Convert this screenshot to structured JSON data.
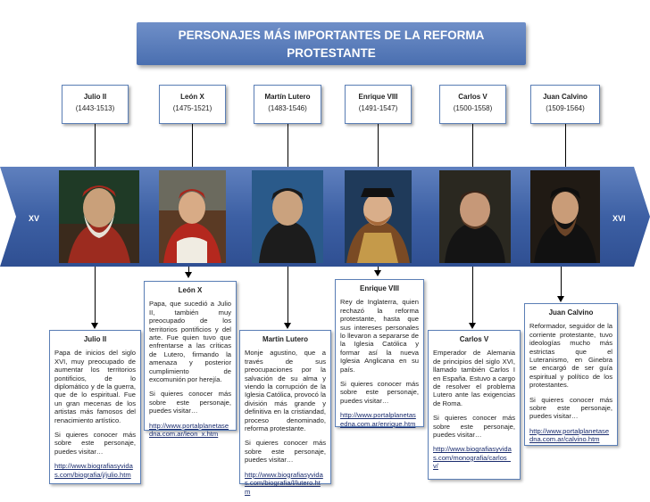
{
  "title": {
    "line1": "PERSONAJES MÁS IMPORTANTES DE LA REFORMA",
    "line2": "PROTESTANTE"
  },
  "timeline": {
    "start": "XV",
    "end": "XVI"
  },
  "people": [
    {
      "name": "Julio II",
      "years": "(1443-1513)",
      "desc_title": "Julio II",
      "desc": "Papa de inicios del siglo XVI, muy preocupado de aumentar los territorios pontificios, de lo diplomático y de la guerra, que de lo espiritual. Fue un gran mecenas de los artistas más famosos del renacimiento artístico.",
      "more": "Si quieres conocer más sobre este personaje, puedes visitar…",
      "url": "http://www.biografiasyvidas.com/biografia/j/julio.htm"
    },
    {
      "name": "León X",
      "years": "(1475-1521)",
      "desc_title": "León X",
      "desc": "Papa, que sucedió a Julio II, también muy preocupado de los territorios pontificios y del arte. Fue quien tuvo que enfrentarse a las críticas de Lutero, firmando la amenaza y posterior cumplimiento de excomunión por herejía.",
      "more": "Si quieres conocer más sobre este personaje, puedes visitar…",
      "url": "http://www.portalplanetasedna.com.ar/leon_x.htm"
    },
    {
      "name": "Martín Lutero",
      "years": "(1483-1546)",
      "desc_title": "Martin Lutero",
      "desc": "Monje agustino, que a través de sus preocupaciones por la salvación de su alma y viendo la corrupción de la Iglesia Católica, provocó la división más grande y definitiva en la cristiandad, proceso denominado, reforma protestante.",
      "more": "Si quieres conocer más sobre este personaje, puedes visitar…",
      "url": "http://www.biografiasyvidas.com/biografia/l/lutero.htm"
    },
    {
      "name": "Enrique VIII",
      "years": "(1491-1547)",
      "desc_title": "Enrique VIII",
      "desc": "Rey de Inglaterra, quien rechazó la reforma protestante, hasta que sus intereses personales lo llevaron a separarse de la Iglesia Católica y formar así la nueva Iglesia Anglicana en su país.",
      "more": "Si quieres conocer más sobre este personaje, puedes visitar…",
      "url": "http://www.portalplanetasedna.com.ar/enrique.htm"
    },
    {
      "name": "Carlos V",
      "years": "(1500-1558)",
      "desc_title": "Carlos V",
      "desc": "Emperador de Alemania de principios del siglo XVI, llamado también Carlos I en España. Estuvo a cargo de resolver el problema Lutero ante las exigencias de Roma.",
      "more": "Si quieres conocer más sobre este personaje, puedes visitar…",
      "url": "http://www.biografiasyvidas.com/monografia/carlos_v/"
    },
    {
      "name": "Juan Calvino",
      "years": "(1509-1564)",
      "desc_title": "Juan Calvino",
      "desc": "Reformador, seguidor de la corriente protestante, tuvo ideologías mucho más estrictas que el Luteranismo, en Ginebra se encargó de ser guía espiritual y político de los protestantes.",
      "more": "Si quieres conocer más sobre este personaje, puedes visitar…",
      "url": "http://www.portalplanetasedna.com.ar/calvino.htm"
    }
  ]
}
